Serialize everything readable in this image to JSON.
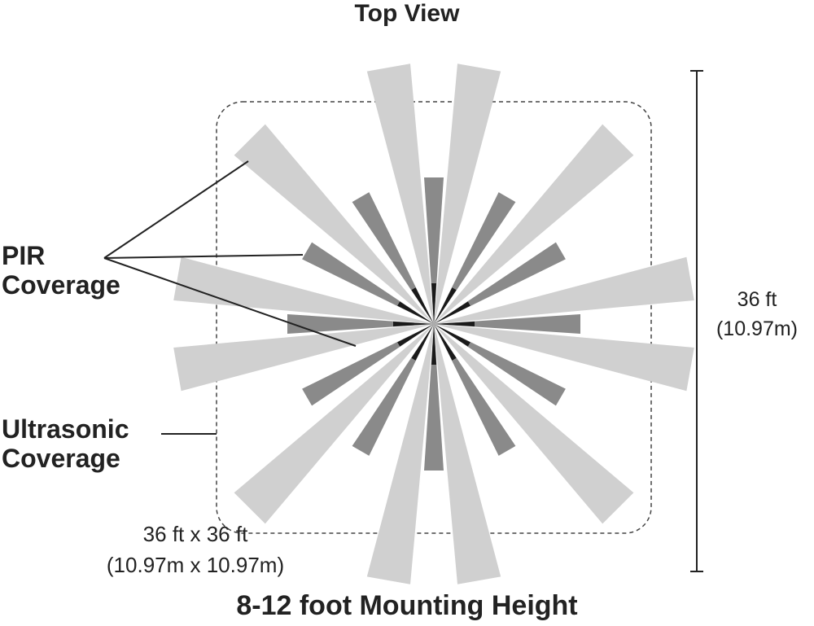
{
  "title": "Top View",
  "labels": {
    "pir": [
      "PIR",
      "Coverage"
    ],
    "ultrasonic": [
      "Ultrasonic",
      "Coverage"
    ],
    "height": [
      "36 ft",
      "(10.97m)"
    ],
    "area": [
      "36 ft x 36 ft",
      "(10.97m x 10.97m)"
    ]
  },
  "footer": "8-12 foot Mounting Height",
  "colors": {
    "ultrasonic_beam": "#d0d0d0",
    "pir_beam": "#8a8a8a",
    "pir_tip": "#1a1a1a",
    "lines": "#222222",
    "boundary": "#444444"
  }
}
